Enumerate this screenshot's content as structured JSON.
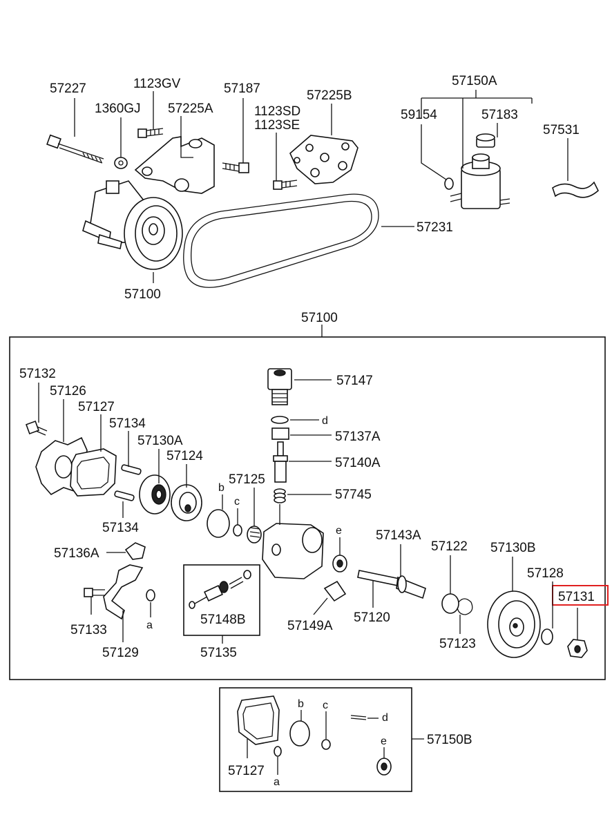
{
  "labels": {
    "l57227": "57227",
    "l1123GV": "1123GV",
    "l1360GJ": "1360GJ",
    "l57225A": "57225A",
    "l57187": "57187",
    "l1123SD": "1123SD",
    "l1123SE": "1123SE",
    "l57225B": "57225B",
    "l57150A": "57150A",
    "l59154": "59154",
    "l57183": "57183",
    "l57531": "57531",
    "l57231": "57231",
    "l57100_top": "57100",
    "l57100_box": "57100",
    "l57132": "57132",
    "l57126": "57126",
    "l57127": "57127",
    "l57134a": "57134",
    "l57130A": "57130A",
    "l57124": "57124",
    "l57147": "57147",
    "l_d1": "d",
    "l57137A": "57137A",
    "l57140A": "57140A",
    "l57125": "57125",
    "l_b1": "b",
    "l_c1": "c",
    "l57745": "57745",
    "l57134b": "57134",
    "l_e1": "e",
    "l57143A": "57143A",
    "l57122": "57122",
    "l57130B": "57130B",
    "l57136A": "57136A",
    "l57128": "57128",
    "l57131": "57131",
    "l57133": "57133",
    "l57148B": "57148B",
    "l_a1": "a",
    "l57149A": "57149A",
    "l57120": "57120",
    "l57123": "57123",
    "l57129": "57129",
    "l57135": "57135",
    "l_b2": "b",
    "l_c2": "c",
    "l_d2": "d",
    "l57150B": "57150B",
    "l_e2": "e",
    "l57127b": "57127",
    "l_a2": "a"
  },
  "highlight_color": "#e02020"
}
